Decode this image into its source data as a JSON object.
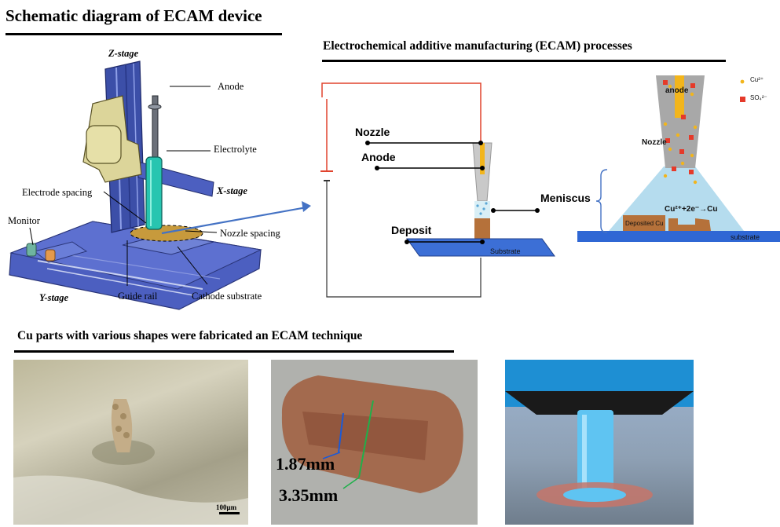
{
  "headers": {
    "schematic": "Schematic diagram of ECAM device",
    "process": "Electrochemical additive manufacturing (ECAM) processes",
    "parts": "Cu parts with various shapes were fabricated an ECAM technique"
  },
  "device_labels": {
    "z_stage": "Z-stage",
    "x_stage": "X-stage",
    "y_stage": "Y-stage",
    "anode": "Anode",
    "electrolyte": "Electrolyte",
    "electrode_spacing": "Electrode spacing",
    "monitor": "Monitor",
    "nozzle_spacing": "Nozzle spacing",
    "guide_rail": "Guide rail",
    "cathode_substrate": "Cathode substrate"
  },
  "process_labels": {
    "nozzle": "Nozzle",
    "anode": "Anode",
    "deposit": "Deposit",
    "meniscus": "Meniscus",
    "substrate": "Substrate"
  },
  "zoom_labels": {
    "anode": "anode",
    "nozzle": "Nozzle",
    "legend_cu": "Cu²⁺",
    "legend_so4": "SO₄²⁻",
    "reaction": "Cu²⁺+2e⁻→Cu",
    "deposited_cu": "Deposited Cu",
    "substrate": "substrate"
  },
  "photo_labels": {
    "scale_bar": "100μm",
    "dim_inner": "1.87mm",
    "dim_outer": "3.35mm"
  },
  "colors": {
    "frame_blue": "#3c4fa8",
    "base_blue": "#4c5fc0",
    "cyan_tube": "#27c5b0",
    "nozzle_gold": "#d7c98a",
    "substrate_blue": "#3c6fd6",
    "deposit_copper": "#b5713a",
    "meniscus_light": "#b5dcee",
    "wire_red": "#e0432d",
    "arrow_blue": "#4472c4"
  }
}
